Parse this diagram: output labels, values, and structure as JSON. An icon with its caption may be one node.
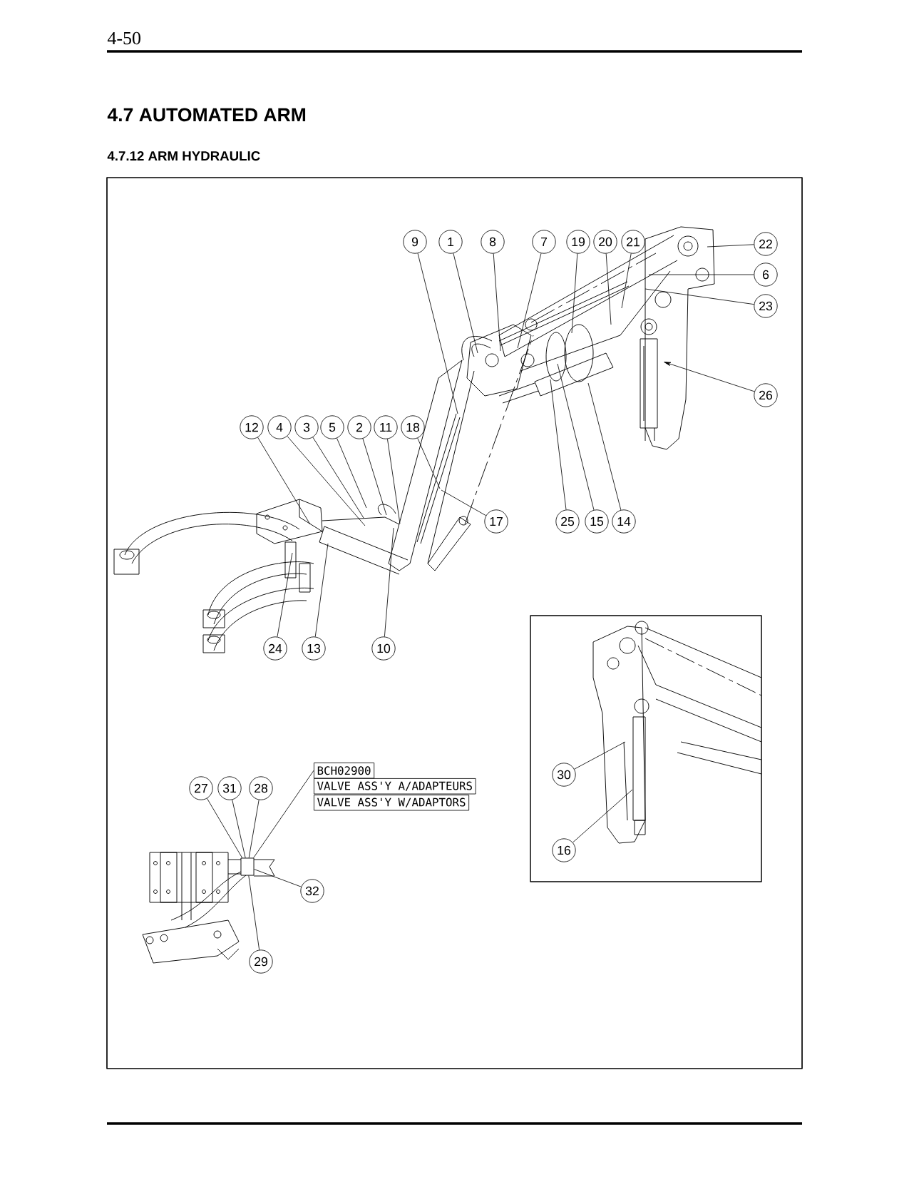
{
  "diagram": {
    "title": "4.7 AUTOMATED ARM",
    "nodes": [
      {
        "text": [
          "9"
        ]
      },
      {
        "text": [
          "1"
        ]
      },
      {
        "text": [
          "8"
        ]
      },
      {
        "text": [
          "7"
        ]
      },
      {
        "text": [
          "19"
        ]
      },
      {
        "text": [
          "20"
        ]
      },
      {
        "text": [
          "21"
        ]
      },
      {
        "text": [
          "22"
        ]
      },
      {
        "text": [
          "6"
        ]
      },
      {
        "text": [
          "23"
        ]
      },
      {
        "text": [
          "26"
        ]
      },
      {
        "text": [
          "12"
        ]
      },
      {
        "text": [
          "4"
        ]
      },
      {
        "text": [
          "3"
        ]
      },
      {
        "text": [
          "5"
        ]
      },
      {
        "text": [
          "2"
        ]
      },
      {
        "text": [
          "11"
        ]
      },
      {
        "text": [
          "18"
        ]
      },
      {
        "text": [
          "17"
        ]
      },
      {
        "text": [
          "25"
        ]
      },
      {
        "text": [
          "15"
        ]
      },
      {
        "text": [
          "14"
        ]
      },
      {
        "text": [
          "24"
        ]
      },
      {
        "text": [
          "13"
        ]
      },
      {
        "text": [
          "10"
        ]
      },
      {
        "text": [
          "BCH02900"
        ]
      },
      {
        "text": [
          "VALVE ASS'Y A/ADAPTEURS"
        ]
      },
      {
        "text": [
          "VALVE ASS'Y W/ADAPTORS"
        ]
      },
      {
        "text": [
          "30"
        ]
      },
      {
        "text": [
          "27"
        ]
      },
      {
        "text": [
          "31"
        ]
      },
      {
        "text": [
          "28"
        ]
      },
      {
        "text": [
          "16"
        ]
      },
      {
        "text": [
          "32"
        ]
      },
      {
        "text": [
          "29"
        ]
      },
      {
        "text": [],
        "shape": "box"
      }
    ],
    "edges": [
      {
        "from": 0,
        "to": null,
        "arrow": "none"
      },
      {
        "from": 1,
        "to": null,
        "arrow": "none"
      },
      {
        "from": 2,
        "to": null,
        "arrow": "none"
      },
      {
        "from": 3,
        "to": null,
        "arrow": "none"
      },
      {
        "from": 4,
        "to": null,
        "arrow": "none"
      },
      {
        "from": 5,
        "to": null,
        "arrow": "none"
      },
      {
        "from": 6,
        "to": null,
        "arrow": "none"
      },
      {
        "from": 7,
        "to": null,
        "arrow": "none"
      },
      {
        "from": 8,
        "to": null,
        "arrow": "none"
      },
      {
        "from": 9,
        "to": null,
        "arrow": "none"
      },
      {
        "from": 10,
        "to": null,
        "arrow": "to"
      },
      {
        "from": 11,
        "to": null,
        "arrow": "none"
      },
      {
        "from": 12,
        "to": null,
        "arrow": "none"
      },
      {
        "from": 13,
        "to": null,
        "arrow": "none"
      },
      {
        "from": 14,
        "to": null,
        "arrow": "none"
      },
      {
        "from": 15,
        "to": null,
        "arrow": "none"
      },
      {
        "from": 16,
        "to": null,
        "arrow": "none"
      },
      {
        "from": 17,
        "to": null,
        "arrow": "none"
      },
      {
        "from": 18,
        "to": null,
        "arrow": "none"
      },
      {
        "from": 19,
        "to": null,
        "arrow": "none"
      },
      {
        "from": 20,
        "to": null,
        "arrow": "none"
      },
      {
        "from": 21,
        "to": null,
        "arrow": "none"
      },
      {
        "from": 22,
        "to": null,
        "arrow": "none"
      },
      {
        "from": 23,
        "to": null,
        "arrow": "none"
      },
      {
        "from": 24,
        "to": null,
        "arrow": "none"
      },
      {
        "from": 25,
        "to": 35,
        "arrow": "none"
      },
      {
        "from": 28,
        "to": null,
        "arrow": "none"
      },
      {
        "from": 29,
        "to": 35,
        "arrow": "none"
      },
      {
        "from": 30,
        "to": 35,
        "arrow": "none"
      },
      {
        "from": 31,
        "to": 35,
        "arrow": "none"
      },
      {
        "from": 32,
        "to": null,
        "arrow": "none"
      },
      {
        "from": 33,
        "to": 35,
        "arrow": "none"
      },
      {
        "from": 34,
        "to": 35,
        "arrow": "none"
      }
    ],
    "labels": [
      "4-50",
      "4.7.12 ARM HYDRAULIC"
    ]
  }
}
